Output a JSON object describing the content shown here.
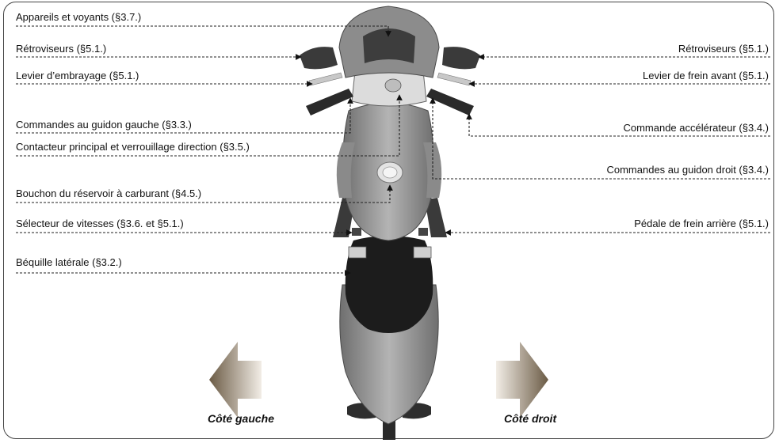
{
  "left_labels": [
    "Appareils et voyants (§3.7.)",
    "Rétroviseurs (§5.1.)",
    "Levier d’embrayage (§5.1.)",
    "Commandes au guidon gauche (§3.3.)",
    "Contacteur principal et verrouillage direction (§3.5.)",
    "Bouchon du réservoir à carburant (§4.5.)",
    "Sélecteur de vitesses (§3.6. et §5.1.)",
    "Béquille latérale (§3.2.)"
  ],
  "right_labels": [
    "Rétroviseurs (§5.1.)",
    "Levier de frein avant (§5.1.)",
    "Commande accélérateur (§3.4.)",
    "Commandes au guidon droit (§3.4.)",
    "Pédale de frein arrière (§5.1.)"
  ],
  "sides": {
    "left": "Côté gauche",
    "right": "Côté droit"
  },
  "colors": {
    "body_gray": "#9a9a9a",
    "dark_gray": "#3a3a3a",
    "seat_black": "#1c1c1c",
    "arrow_left_dark": "#6b5b45",
    "arrow_left_light": "#f2ede6",
    "arrow_right_dark": "#6b5b45",
    "arrow_right_light": "#f2ede6"
  }
}
